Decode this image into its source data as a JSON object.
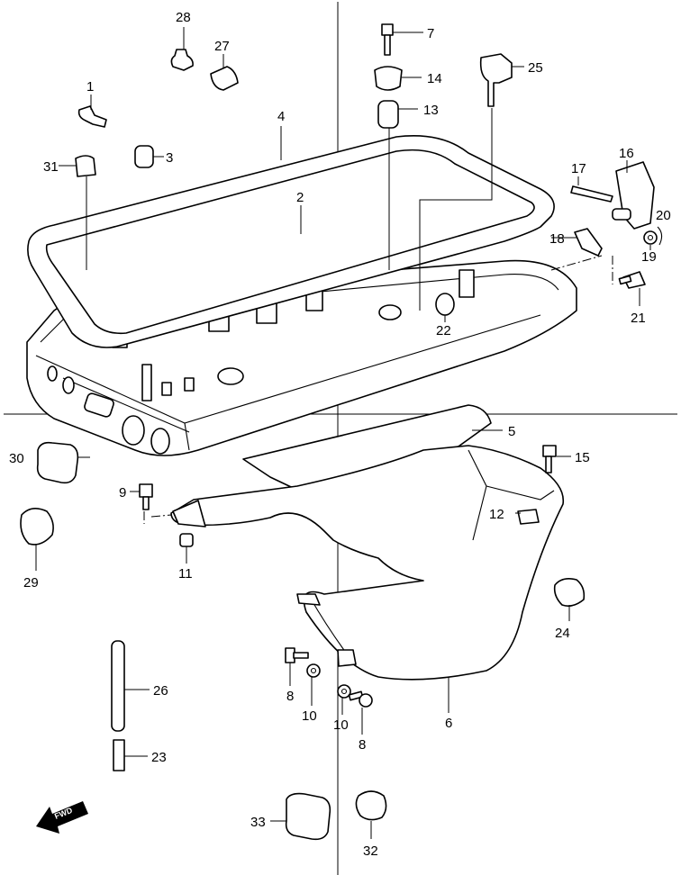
{
  "diagram": {
    "callouts": [
      "1",
      "2",
      "3",
      "4",
      "5",
      "6",
      "7",
      "8",
      "8",
      "9",
      "10",
      "10",
      "11",
      "12",
      "13",
      "14",
      "15",
      "16",
      "17",
      "18",
      "19",
      "20",
      "21",
      "22",
      "23",
      "24",
      "25",
      "26",
      "27",
      "28",
      "29",
      "30",
      "31",
      "32",
      "33"
    ],
    "fwd_label": "FWD"
  },
  "labels": {
    "n1": "1",
    "n2": "2",
    "n3": "3",
    "n4": "4",
    "n5": "5",
    "n6": "6",
    "n7": "7",
    "n8a": "8",
    "n8b": "8",
    "n9": "9",
    "n10a": "10",
    "n10b": "10",
    "n11": "11",
    "n12": "12",
    "n13": "13",
    "n14": "14",
    "n15": "15",
    "n16": "16",
    "n17": "17",
    "n18": "18",
    "n19": "19",
    "n20": "20",
    "n21": "21",
    "n22": "22",
    "n23": "23",
    "n24": "24",
    "n25": "25",
    "n26": "26",
    "n27": "27",
    "n28": "28",
    "n29": "29",
    "n30": "30",
    "n31": "31",
    "n32": "32",
    "n33": "33",
    "fwd": "FWD"
  }
}
